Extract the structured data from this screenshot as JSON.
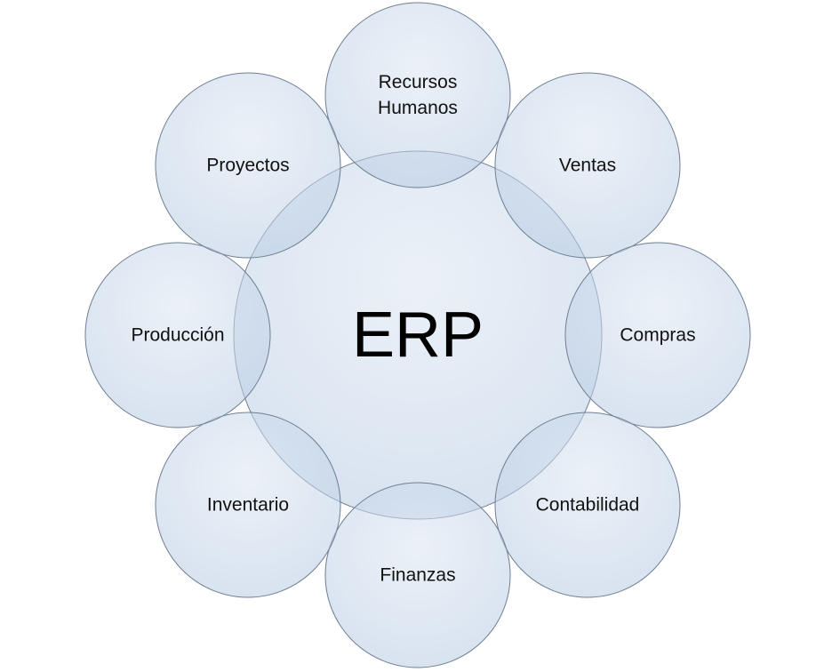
{
  "diagram": {
    "center": {
      "label": "ERP"
    },
    "modules": [
      {
        "id": "recursos-humanos",
        "lines": [
          "Recursos",
          "Humanos"
        ]
      },
      {
        "id": "ventas",
        "lines": [
          "Ventas"
        ]
      },
      {
        "id": "compras",
        "lines": [
          "Compras"
        ]
      },
      {
        "id": "contabilidad",
        "lines": [
          "Contabilidad"
        ]
      },
      {
        "id": "finanzas",
        "lines": [
          "Finanzas"
        ]
      },
      {
        "id": "inventario",
        "lines": [
          "Inventario"
        ]
      },
      {
        "id": "produccion",
        "lines": [
          "Producción"
        ]
      },
      {
        "id": "proyectos",
        "lines": [
          "Proyectos"
        ]
      }
    ]
  },
  "colors": {
    "circle_fill": "#b8cce4",
    "circle_stroke": "#6f7f93",
    "text": "#111111"
  }
}
